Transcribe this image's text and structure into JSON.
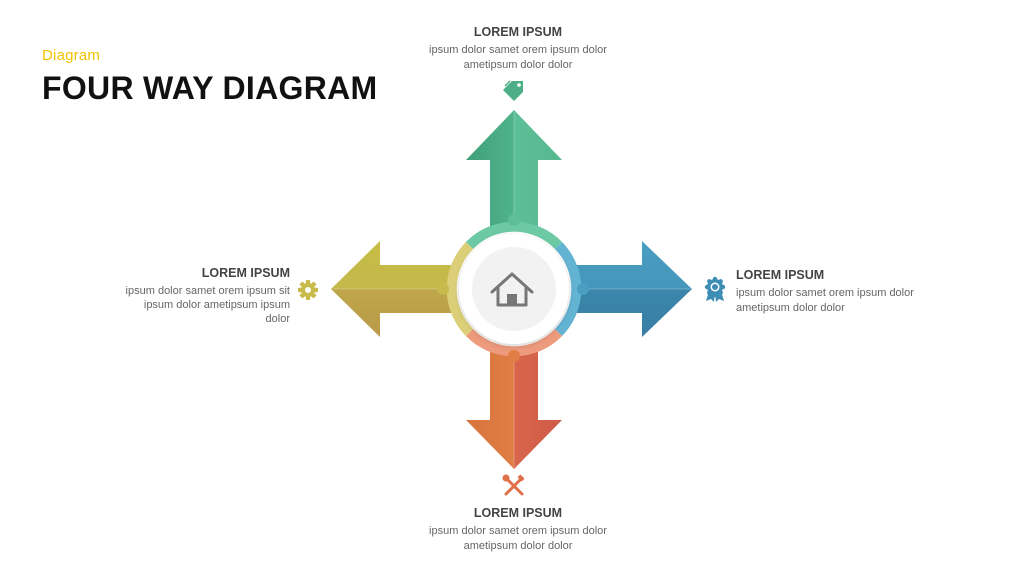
{
  "header": {
    "kicker": "Diagram",
    "title": "FOUR WAY DIAGRAM"
  },
  "colors": {
    "up": "#4caf87",
    "right": "#3d8db5",
    "down": "#e0704a",
    "left": "#c9b84a",
    "kicker": "#f2c200"
  },
  "center": {
    "icon": "home-icon"
  },
  "branches": {
    "top": {
      "heading": "LOREM IPSUM",
      "lines": [
        "ipsum dolor  samet orem ipsum dolor",
        "ametipsum dolor dolor"
      ],
      "icon": "tag-icon"
    },
    "right": {
      "heading": "LOREM IPSUM",
      "lines": [
        "ipsum dolor  samet orem ipsum dolor",
        "ametipsum dolor dolor"
      ],
      "icon": "award-badge-icon"
    },
    "bottom": {
      "heading": "LOREM IPSUM",
      "lines": [
        "ipsum dolor  samet orem ipsum dolor",
        "ametipsum dolor dolor"
      ],
      "icon": "tools-icon"
    },
    "left": {
      "heading": "LOREM IPSUM",
      "lines": [
        "ipsum dolor  samet orem ipsum sit",
        "ipsum dolor  ametipsum ipsum",
        "dolor"
      ],
      "icon": "gear-icon"
    }
  }
}
